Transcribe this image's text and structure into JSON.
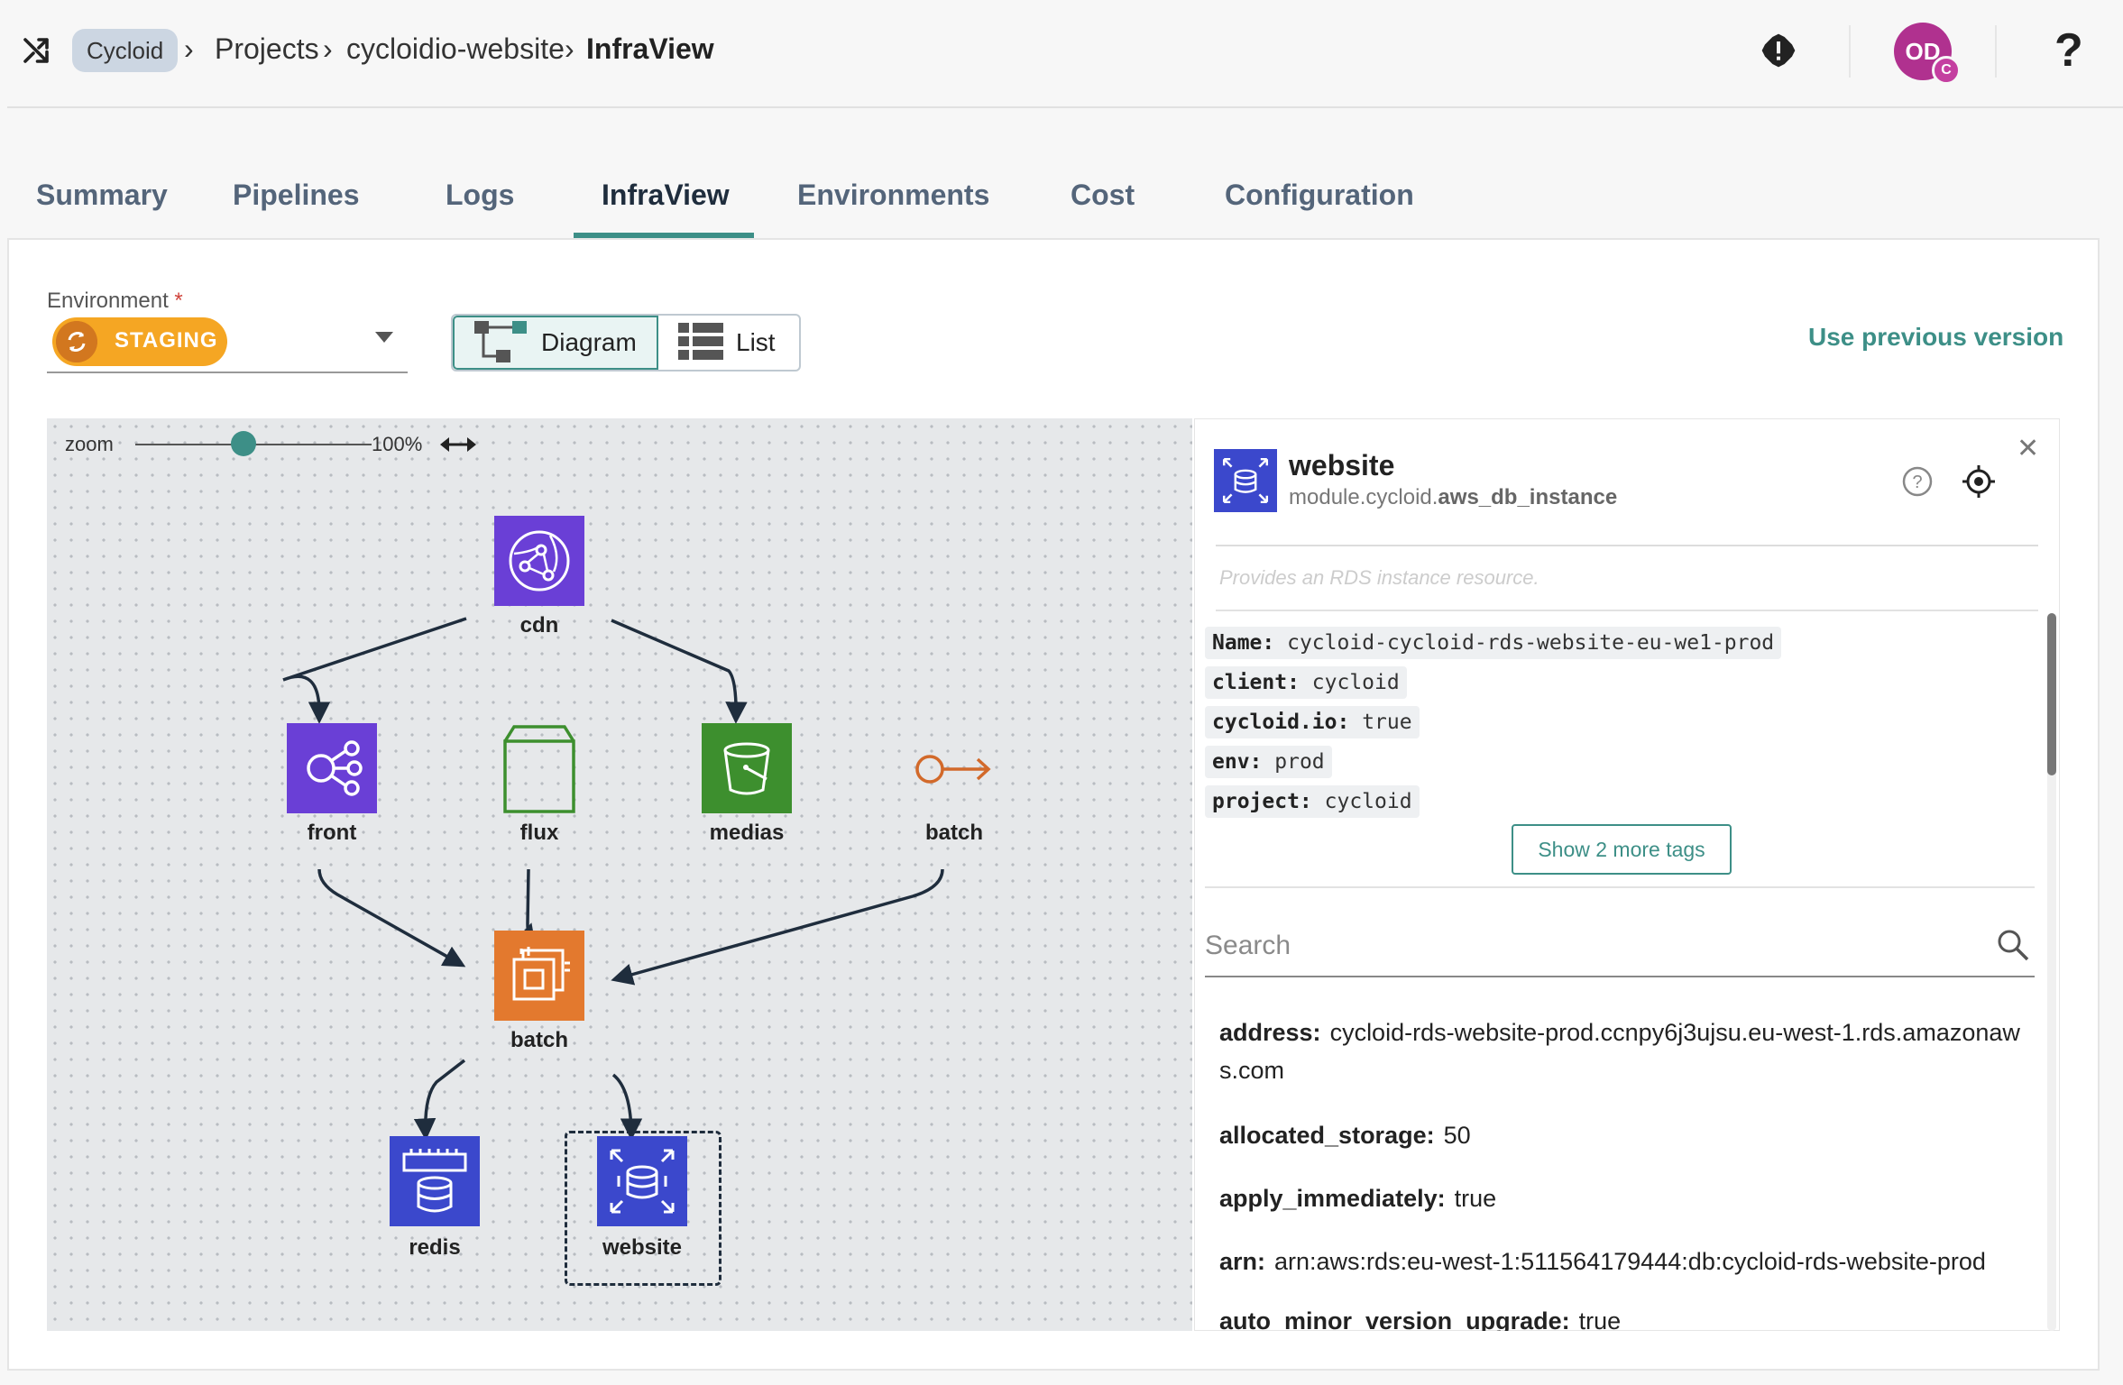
{
  "header": {
    "org": "Cycloid",
    "breadcrumbs": [
      "Projects",
      "cycloidio-website",
      "InfraView"
    ],
    "user_initials": "OD",
    "user_badge": "C",
    "help": "?"
  },
  "tabs": [
    "Summary",
    "Pipelines",
    "Logs",
    "InfraView",
    "Environments",
    "Cost",
    "Configuration"
  ],
  "active_tab": "InfraView",
  "environment": {
    "label": "Environment",
    "required_mark": "*",
    "value": "STAGING"
  },
  "view_toggle": {
    "diagram": "Diagram",
    "list": "List",
    "selected": "Diagram"
  },
  "use_previous_version": "Use previous version",
  "zoom": {
    "label": "zoom",
    "value": "100%",
    "level": 0.4
  },
  "colors": {
    "accent": "#3d8f87",
    "staging": "#f5a623",
    "aws_purple": "#6a3fd6",
    "aws_green": "#3d8f2e",
    "aws_orange": "#e3792e",
    "aws_blue": "#3b48cc"
  },
  "diagram": {
    "nodes": [
      {
        "id": "cdn",
        "label": "cdn",
        "icon": "cloudfront-icon"
      },
      {
        "id": "front",
        "label": "front",
        "icon": "load-balancer-icon"
      },
      {
        "id": "flux",
        "label": "flux",
        "icon": "bucket-outline-icon"
      },
      {
        "id": "medias",
        "label": "medias",
        "icon": "s3-bucket-icon"
      },
      {
        "id": "batch_ref",
        "label": "batch",
        "icon": "external-link-icon"
      },
      {
        "id": "batch",
        "label": "batch",
        "icon": "ec2-chip-icon"
      },
      {
        "id": "redis",
        "label": "redis",
        "icon": "elasticache-icon"
      },
      {
        "id": "website",
        "label": "website",
        "icon": "rds-icon"
      }
    ]
  },
  "panel": {
    "title": "website",
    "subtitle_prefix": "module.cycloid.",
    "subtitle_type": "aws_db_instance",
    "description": "Provides an RDS instance resource.",
    "tags": [
      {
        "key": "Name:",
        "value": "cycloid-cycloid-rds-website-eu-we1-prod"
      },
      {
        "key": "client:",
        "value": "cycloid"
      },
      {
        "key": "cycloid.io:",
        "value": "true"
      },
      {
        "key": "env:",
        "value": "prod"
      },
      {
        "key": "project:",
        "value": "cycloid"
      }
    ],
    "more_tags": "Show 2 more tags",
    "search_placeholder": "Search",
    "attributes": [
      {
        "key": "address:",
        "value": "cycloid-rds-website-prod.ccnpy6j3ujsu.eu-west-1.rds.amazonaws.com"
      },
      {
        "key": "allocated_storage:",
        "value": "50"
      },
      {
        "key": "apply_immediately:",
        "value": "true"
      },
      {
        "key": "arn:",
        "value": "arn:aws:rds:eu-west-1:511564179444:db:cycloid-rds-website-prod"
      },
      {
        "key": "auto_minor_version_upgrade:",
        "value": "true"
      }
    ]
  }
}
